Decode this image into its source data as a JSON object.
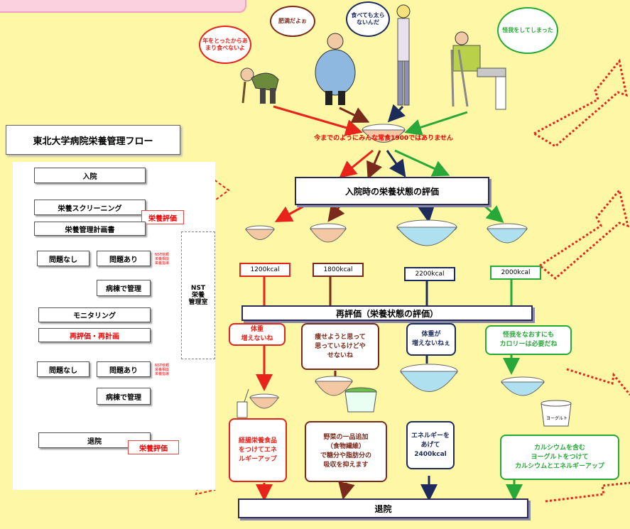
{
  "speech": {
    "elderly": "年をとったからあまり食べないよ",
    "obese": "肥満だよぉ",
    "thin": "食べても太らないんだ",
    "injured": "怪我をしてしまった"
  },
  "notice": "今までのようにみんな常食1900ではありません",
  "flow": {
    "title": "東北大学病院栄養管理フロー",
    "admission": "入院",
    "screening": "栄養スクリーニング",
    "eval_tag_1": "栄養評価",
    "plan": "栄養管理計画書",
    "no_problem": "問題なし",
    "has_problem": "問題あり",
    "nst_links": "NST依頼\n栄養相談\n栄養指導",
    "ward_mgmt": "病棟で管理",
    "nst_box": "NST\n栄養\n管理室",
    "monitoring": "モニタリング",
    "reevaluation": "再評価・再計画",
    "discharge": "退院",
    "eval_tag_2": "栄養評価"
  },
  "main": {
    "admission_eval": "入院時の栄養状態の評価",
    "reeval": "再評価（栄養状態の評価）",
    "discharge": "退院"
  },
  "columns": [
    {
      "kcal": "1200kcal",
      "note": "体重\n増えないね",
      "plan": "経腸栄養食品\nをつけてエネ\nルギーアップ",
      "color": "#e8231c"
    },
    {
      "kcal": "1800kcal",
      "note": "痩せようと思って\n思っているけどや\nせないね",
      "plan": "野菜の一品追加\n（食物繊維）\nで糖分や脂肪分の\n吸収を抑えます",
      "color": "#7a2a1c"
    },
    {
      "kcal": "2200kcal",
      "note": "体重が\n増えないねぇ",
      "plan": "エネルギーを\nあげて\n2400kcal",
      "color": "#1d2a5c"
    },
    {
      "kcal": "2000kcal",
      "note": "怪我をなおすにも\nカロリーは必要だね",
      "plan": "カルシウムを含む\nヨーグルトをつけて\nカルシウムとエネルギーアップ",
      "color": "#28a838"
    }
  ],
  "yogurt_label": "ヨーグルト"
}
